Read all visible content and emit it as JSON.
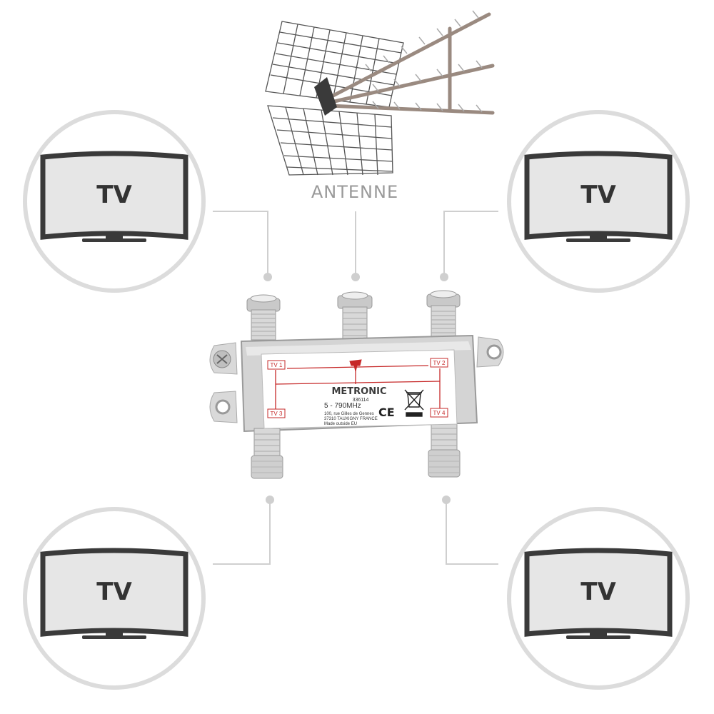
{
  "antenna": {
    "label": "ANTENNE"
  },
  "tvs": [
    {
      "id": "tv-top-left",
      "label": "TV"
    },
    {
      "id": "tv-top-right",
      "label": "TV"
    },
    {
      "id": "tv-bottom-left",
      "label": "TV"
    },
    {
      "id": "tv-bottom-right",
      "label": "TV"
    }
  ],
  "splitter": {
    "brand": "METRONIC",
    "model": "336114",
    "frequency": "5 - 790MHz",
    "address_line1": "100, rue Gilles de Gennes",
    "address_line2": "37310 TAUXIGNY FRANCE",
    "origin": "Made outside EU",
    "ports": [
      "TV 1",
      "TV 2",
      "TV 3",
      "TV 4"
    ],
    "ce_mark": "CE"
  },
  "colors": {
    "circle_stroke": "#dcdcdc",
    "connector_line": "#cfcfcf",
    "label_red": "#c62828",
    "tv_screen": "#e6e6e6"
  }
}
